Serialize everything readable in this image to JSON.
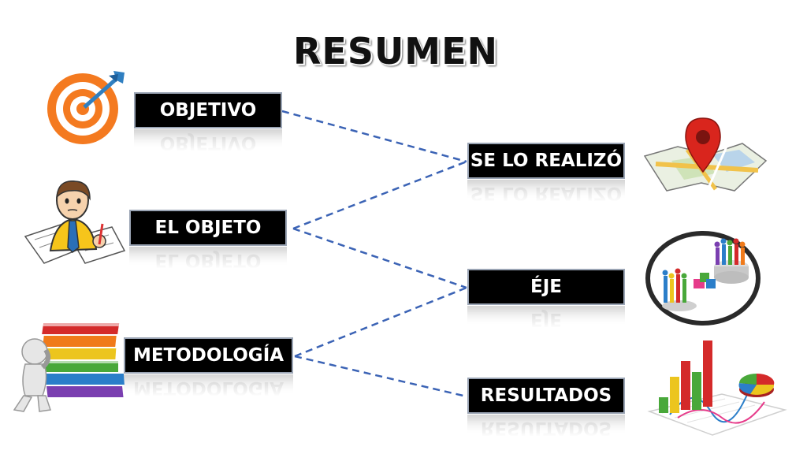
{
  "title": "RESUMEN",
  "left_boxes": [
    {
      "label": "OBJETIVO"
    },
    {
      "label": "EL OBJETO"
    },
    {
      "label": "METODOLOGÍA"
    }
  ],
  "right_boxes": [
    {
      "label": "SE LO REALIZÓ"
    },
    {
      "label": "ÉJE"
    },
    {
      "label": "RESULTADOS"
    }
  ],
  "connections": [
    {
      "from": "OBJETIVO",
      "to": "SE LO REALIZÓ"
    },
    {
      "from": "EL OBJETO",
      "to": "SE LO REALIZÓ"
    },
    {
      "from": "EL OBJETO",
      "to": "ÉJE"
    },
    {
      "from": "METODOLOGÍA",
      "to": "ÉJE"
    },
    {
      "from": "METODOLOGÍA",
      "to": "RESULTADOS"
    }
  ],
  "colors": {
    "box": "#000000",
    "box_border": "#9aa4b4",
    "line": "#3b63b5"
  },
  "icons": [
    "target-icon",
    "student-icon",
    "books-icon",
    "map-pin-icon",
    "teamwork-icon",
    "bar-chart-icon"
  ]
}
